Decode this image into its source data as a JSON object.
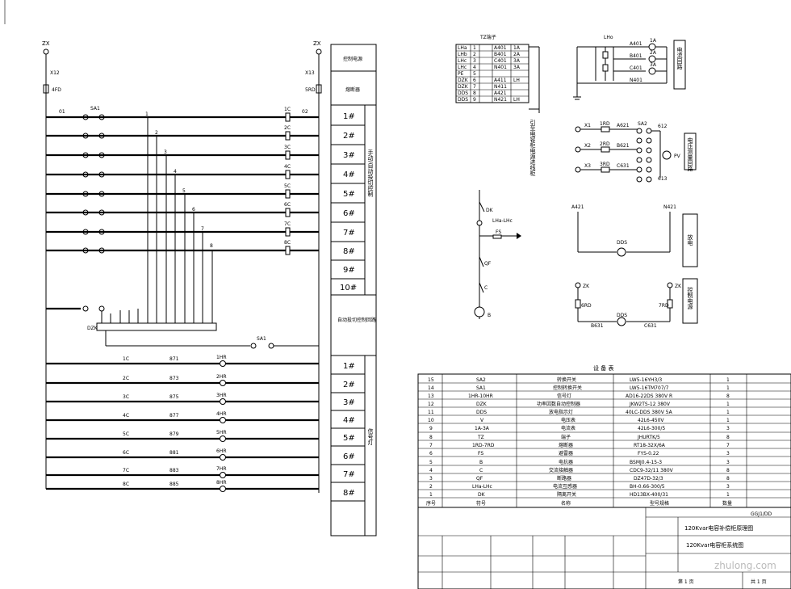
{
  "left_diagram": {
    "top_left_label": "ZX",
    "top_right_label": "ZX",
    "fuse_left": "X12",
    "fuse_left_id": "4FD",
    "fuse_right": "X13",
    "fuse_right_id": "5RD",
    "bus_left": "01",
    "bus_right": "02",
    "switch_label": "SA1",
    "step_numbers": [
      "1",
      "2",
      "3",
      "4",
      "5",
      "6",
      "7",
      "8"
    ],
    "contactors": [
      "1C",
      "2C",
      "3C",
      "4C",
      "5C",
      "6C",
      "7C",
      "8C"
    ],
    "dzk_label": "DZK",
    "sa1_label_lower": "SA1",
    "relay_contacts": [
      "1C",
      "2C",
      "3C",
      "4C",
      "5C",
      "6C",
      "7C",
      "8C"
    ],
    "wire_numbers": [
      "871",
      "873",
      "875",
      "877",
      "879",
      "881",
      "883",
      "885"
    ],
    "lamps": [
      "1HR",
      "2HR",
      "3HR",
      "4HR",
      "5HR",
      "6HR",
      "7HR",
      "8HR"
    ]
  },
  "side_table": {
    "top_headers": [
      "控制电源",
      "熔断器"
    ],
    "upper_rows": [
      "1#",
      "2#",
      "3#",
      "4#",
      "5#",
      "6#",
      "7#",
      "8#",
      "9#",
      "10#"
    ],
    "upper_group_label": "手动/自动投切控制",
    "middle_header": "自动投切控制回路",
    "lower_rows": [
      "1#",
      "2#",
      "3#",
      "4#",
      "5#",
      "6#",
      "7#",
      "8#"
    ],
    "lower_group_label": "信号灯"
  },
  "tz_table": {
    "title": "TZ端子",
    "rows": [
      [
        "LHa",
        "1",
        "A401",
        "1A"
      ],
      [
        "LHb",
        "2",
        "B401",
        "2A"
      ],
      [
        "LHc",
        "3",
        "C401",
        "3A"
      ],
      [
        "LHc",
        "4",
        "N401",
        "3A"
      ],
      [
        "PE",
        "5",
        "",
        ""
      ],
      [
        "DZK",
        "6",
        "A411",
        "LH"
      ],
      [
        "DZK",
        "7",
        "N411",
        ""
      ],
      [
        "DDS",
        "8",
        "A421",
        ""
      ],
      [
        "DDS",
        "9",
        "N421",
        "LH"
      ]
    ],
    "side_note": "引至电容柜电源进线柜"
  },
  "right_top": {
    "lh_label": "LHo",
    "phases": [
      "A401",
      "B401",
      "C401",
      "N401"
    ],
    "ammeters": [
      "1A",
      "2A",
      "3A"
    ],
    "box_label": "电流回路"
  },
  "voltage_circuit": {
    "terminals": [
      "X1",
      "X2",
      "X3"
    ],
    "fuses": [
      "1RD",
      "2RD",
      "3RD"
    ],
    "wires": [
      "A621",
      "B621",
      "C631"
    ],
    "switch": "SA2",
    "contacts": [
      "612",
      "613"
    ],
    "meter": "PV",
    "box_label": "电压测量回路"
  },
  "main_circuit": {
    "dk": "DK",
    "lh": "LHa-LHc",
    "fs": "FS",
    "qf": "QF",
    "c": "C",
    "b": "B"
  },
  "discharge": {
    "left": "A421",
    "right": "N421",
    "dds": "DDS",
    "box_label": "放电"
  },
  "control_power": {
    "zk_left": "ZK",
    "zk_right": "ZK",
    "fuse_left": "6RD",
    "fuse_right": "7RD",
    "wire_left": "B631",
    "wire_right": "C631",
    "dds": "DDS",
    "box_label": "控制电源"
  },
  "equipment_table": {
    "title": "设 备 表",
    "rows": [
      [
        "15",
        "SA2",
        "转换开关",
        "LW5-16YH3/3",
        "1"
      ],
      [
        "14",
        "SA1",
        "控制转换开关",
        "LW5-16TM707/7",
        "1"
      ],
      [
        "13",
        "1HR-10HR",
        "信号灯",
        "AD16-22DS 380V R",
        "8"
      ],
      [
        "12",
        "DZK",
        "功率因数自动控制器",
        "JKW2TS-12 380V",
        "1"
      ],
      [
        "11",
        "DDS",
        "放电指示灯",
        "40LC-DDS 380V 5A",
        "1"
      ],
      [
        "10",
        "V",
        "电压表",
        "42L6-450V",
        "1"
      ],
      [
        "9",
        "1A-3A",
        "电流表",
        "42L6-300/5",
        "3"
      ],
      [
        "8",
        "TZ",
        "端子",
        "JHURTK/5",
        "8"
      ],
      [
        "7",
        "1RD-7RD",
        "熔断器",
        "RT18-32X/6A",
        "7"
      ],
      [
        "6",
        "FS",
        "避雷器",
        "FYS-0.22",
        "3"
      ],
      [
        "5",
        "B",
        "电抗器",
        "BSMJ0.4-15-3",
        "3"
      ],
      [
        "4",
        "C",
        "交流接触器",
        "CDC9-32/11 380V",
        "8"
      ],
      [
        "3",
        "QF",
        "断路器",
        "DZ47D-32/3",
        "8"
      ],
      [
        "2",
        "LHa-LHc",
        "电流互感器",
        "BH-0.66-300/5",
        "3"
      ],
      [
        "1",
        "DK",
        "隔离开关",
        "HD13BX-400/31",
        "1"
      ]
    ],
    "header": [
      "序号",
      "符号",
      "名称",
      "型号规格",
      "数量"
    ]
  },
  "title_block": {
    "project_code": "GGJ1/DD",
    "title_line1": "120Kvar电容补偿柜原理图",
    "title_line2": "120Kvar电容柜系统图",
    "sheet": "第 1 页",
    "total": "共 1 页",
    "watermark": "zhulong.com"
  }
}
